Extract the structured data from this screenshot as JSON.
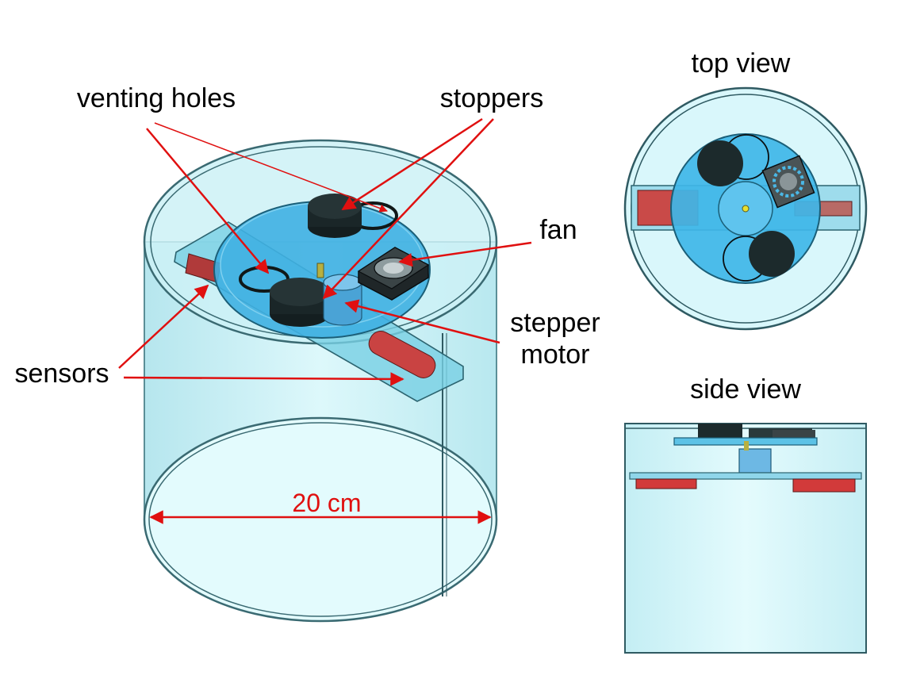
{
  "labels": {
    "venting_holes": "venting holes",
    "stoppers": "stoppers",
    "fan": "fan",
    "stepper_line1": "stepper",
    "stepper_line2": "motor",
    "sensors": "sensors",
    "top_view": "top view",
    "side_view": "side view",
    "dimension": "20 cm"
  },
  "colors": {
    "glass": "#d6f6fa",
    "disc": "#3fb6e8",
    "arrow": "#e01010",
    "sensor": "#c9403f",
    "stopper": "#1c2a2c"
  },
  "icons": [
    "fan-icon",
    "stepper-motor-icon",
    "stopper-icon",
    "sensor-icon"
  ]
}
